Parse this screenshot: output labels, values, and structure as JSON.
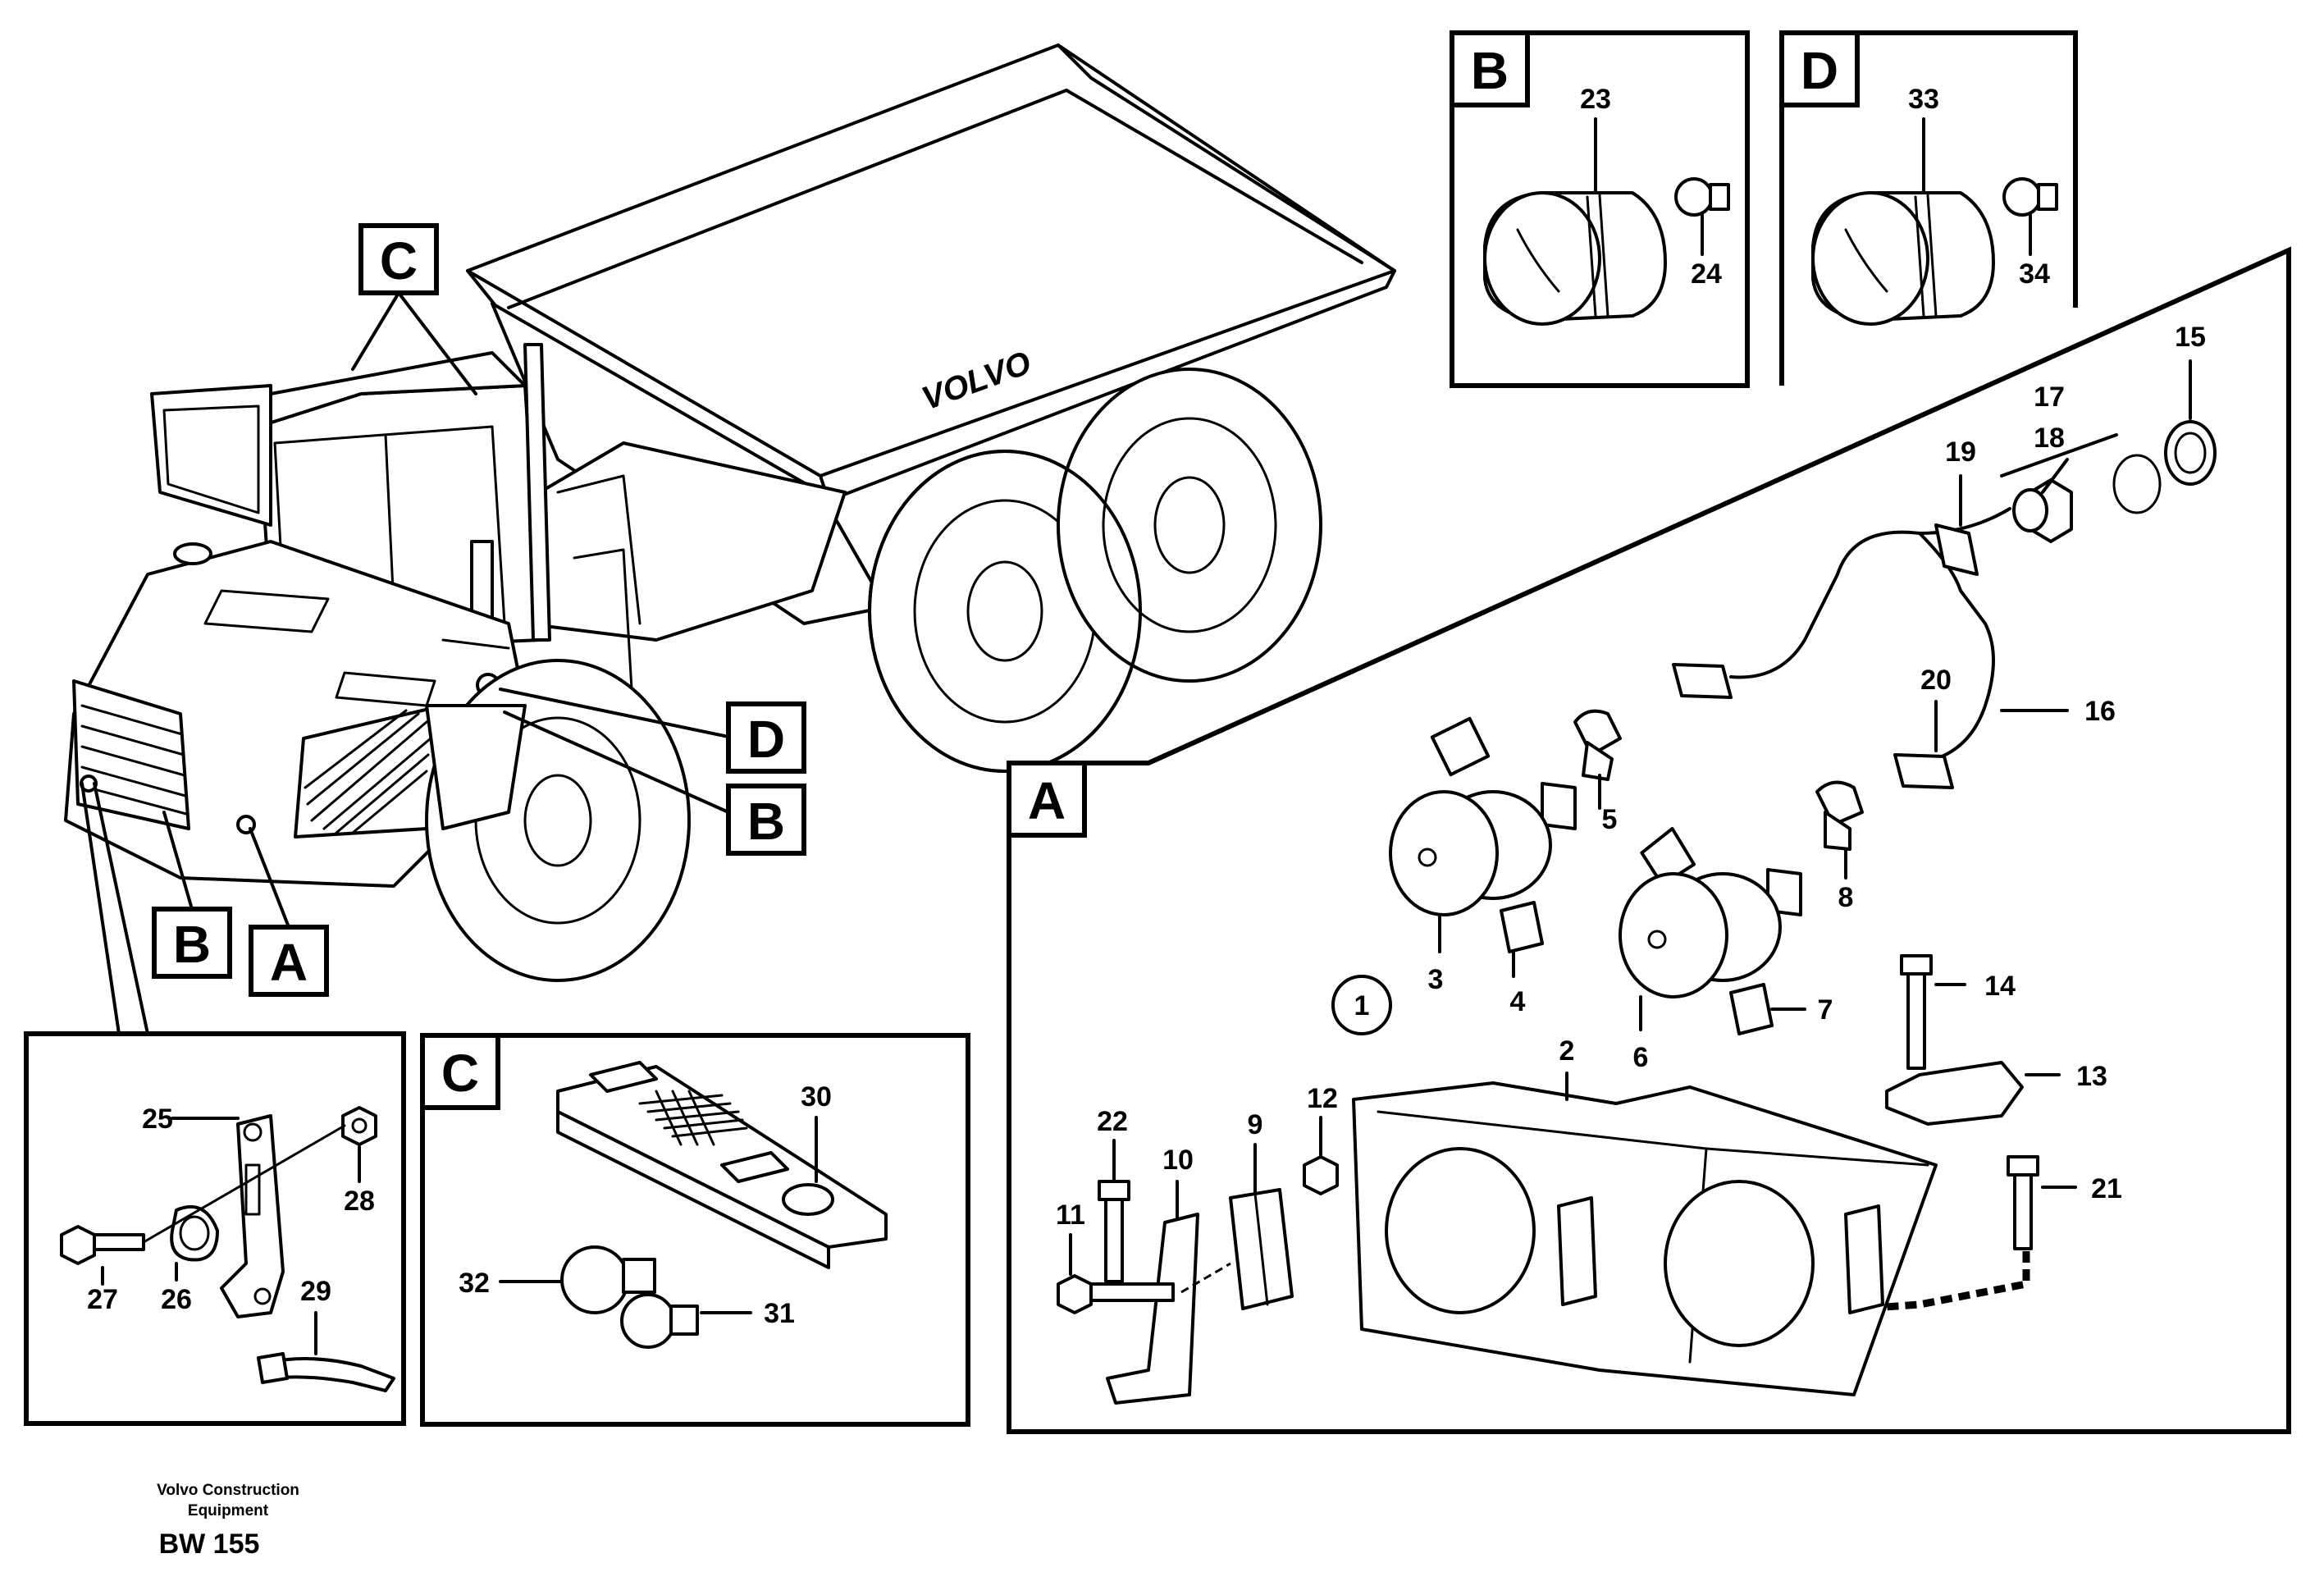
{
  "section_letters": {
    "A": "A",
    "B": "B",
    "C": "C",
    "D": "D"
  },
  "part_numbers": [
    "1",
    "2",
    "3",
    "4",
    "5",
    "6",
    "7",
    "8",
    "9",
    "10",
    "11",
    "12",
    "13",
    "14",
    "15",
    "16",
    "17",
    "18",
    "19",
    "20",
    "21",
    "22",
    "23",
    "24",
    "25",
    "26",
    "27",
    "28",
    "29",
    "30",
    "31",
    "32",
    "33",
    "34"
  ],
  "truck_brand": "VOLVO",
  "footer": {
    "company_line1": "Volvo Construction",
    "company_line2": "Equipment",
    "figure_code": "BW 155"
  }
}
